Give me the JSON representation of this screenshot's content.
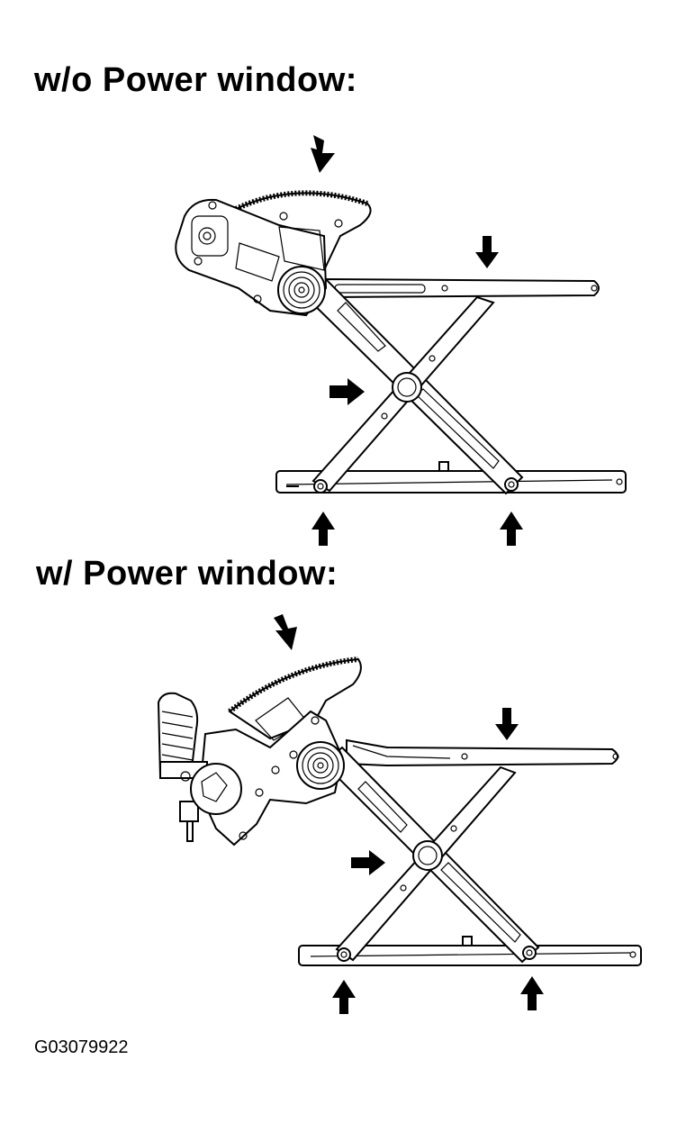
{
  "headings": {
    "without_power": "w/o Power window:",
    "with_power": "w/ Power window:"
  },
  "figure_code": "G03079922",
  "colors": {
    "ink": "#000000",
    "paper": "#ffffff"
  },
  "icons": [
    "arrow-icon",
    "sector-gear-icon",
    "spiral-spring-icon",
    "motor-icon"
  ]
}
